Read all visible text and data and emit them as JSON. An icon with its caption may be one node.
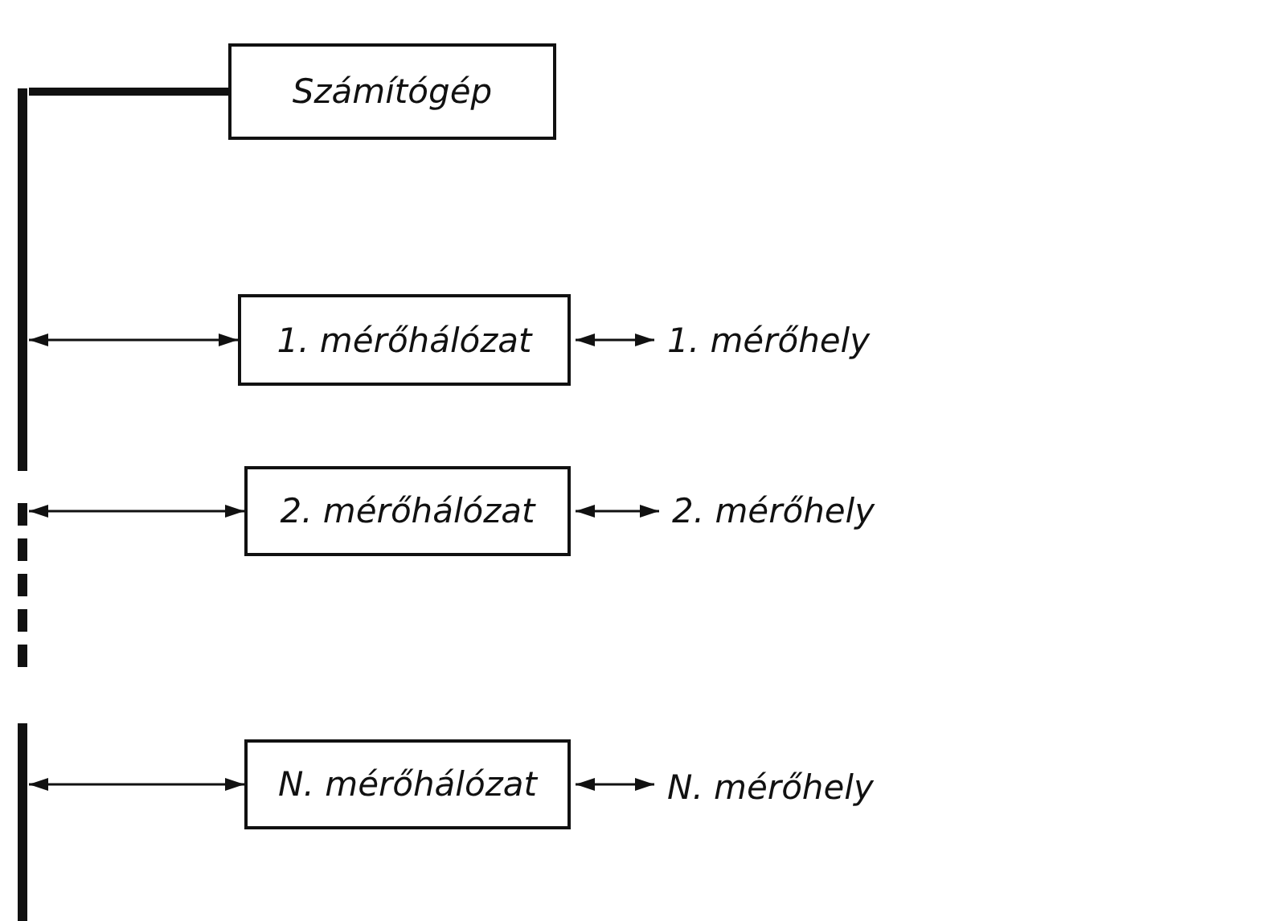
{
  "diagram": {
    "nodes": [
      {
        "text": [],
        "shape": "bar"
      },
      {
        "text": [
          "Számítógép"
        ]
      },
      {
        "text": [
          "1. mérőhálózat"
        ]
      },
      {
        "text": [
          "1. mérőhely"
        ]
      },
      {
        "text": [
          "2. mérőhálózat"
        ]
      },
      {
        "text": [
          "2. mérőhely"
        ]
      },
      {
        "text": [
          "N. mérőhálózat"
        ]
      },
      {
        "text": [
          "N. mérőhely"
        ]
      }
    ],
    "edges": [
      {
        "from": 1,
        "to": 0,
        "arrow": "none",
        "style": "thick"
      },
      {
        "from": 0,
        "to": 2,
        "arrow": "both"
      },
      {
        "from": 2,
        "to": 3,
        "arrow": "both"
      },
      {
        "from": 0,
        "to": 4,
        "arrow": "both"
      },
      {
        "from": 4,
        "to": 5,
        "arrow": "both"
      },
      {
        "from": 0,
        "to": 6,
        "arrow": "both"
      },
      {
        "from": 6,
        "to": 7,
        "arrow": "both"
      }
    ]
  }
}
